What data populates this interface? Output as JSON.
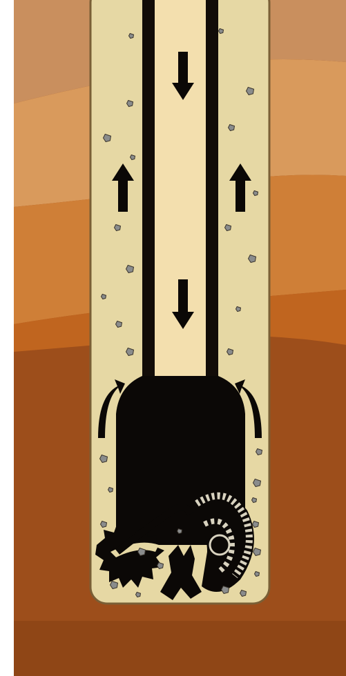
{
  "diagram": {
    "subject": "drilling-mud-circulation",
    "colors": {
      "border": "#ffffff",
      "strata": [
        "#c98f5e",
        "#d99a5c",
        "#cf7f37",
        "#c0651f",
        "#9d4e1b"
      ],
      "wellbore_fluid": "#e6d8a4",
      "wellbore_outline": "#7a5f36",
      "drill_pipe_wall": "#120c08",
      "drill_pipe_bore": "#f3dfae",
      "bit_body": "#0b0806",
      "cone_teeth_light": "#d8d2bf",
      "cuttings": "#8a8c8c",
      "flow_arrows": "#0b0806"
    },
    "flow": {
      "pipe": "down",
      "annulus": "up"
    },
    "icons": {
      "down": "arrow-down-icon",
      "up": "arrow-up-icon",
      "curve": "curved-return-arrow-icon"
    }
  }
}
